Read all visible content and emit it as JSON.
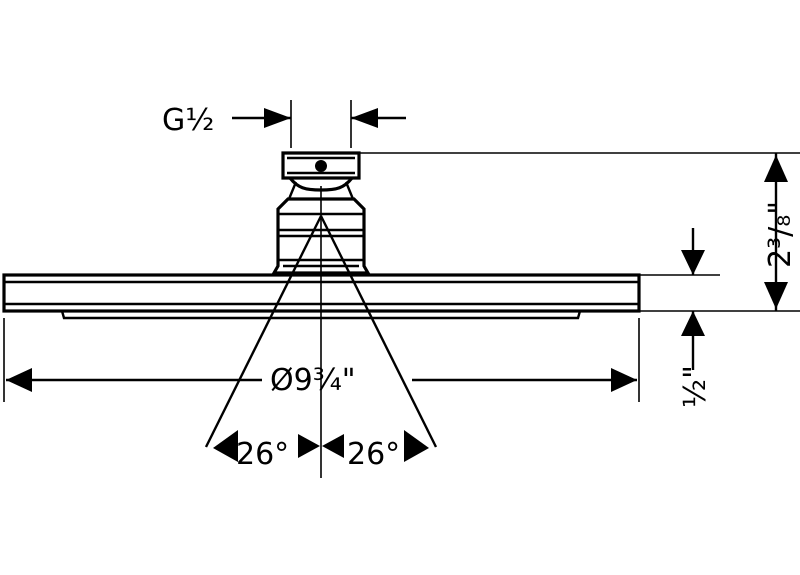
{
  "dimensions": {
    "thread": "G½",
    "height": "2³/₈\"",
    "plate_thickness": "½\"",
    "diameter": "Ø9¾\"",
    "angle_left": "26°",
    "angle_right": "26°"
  }
}
